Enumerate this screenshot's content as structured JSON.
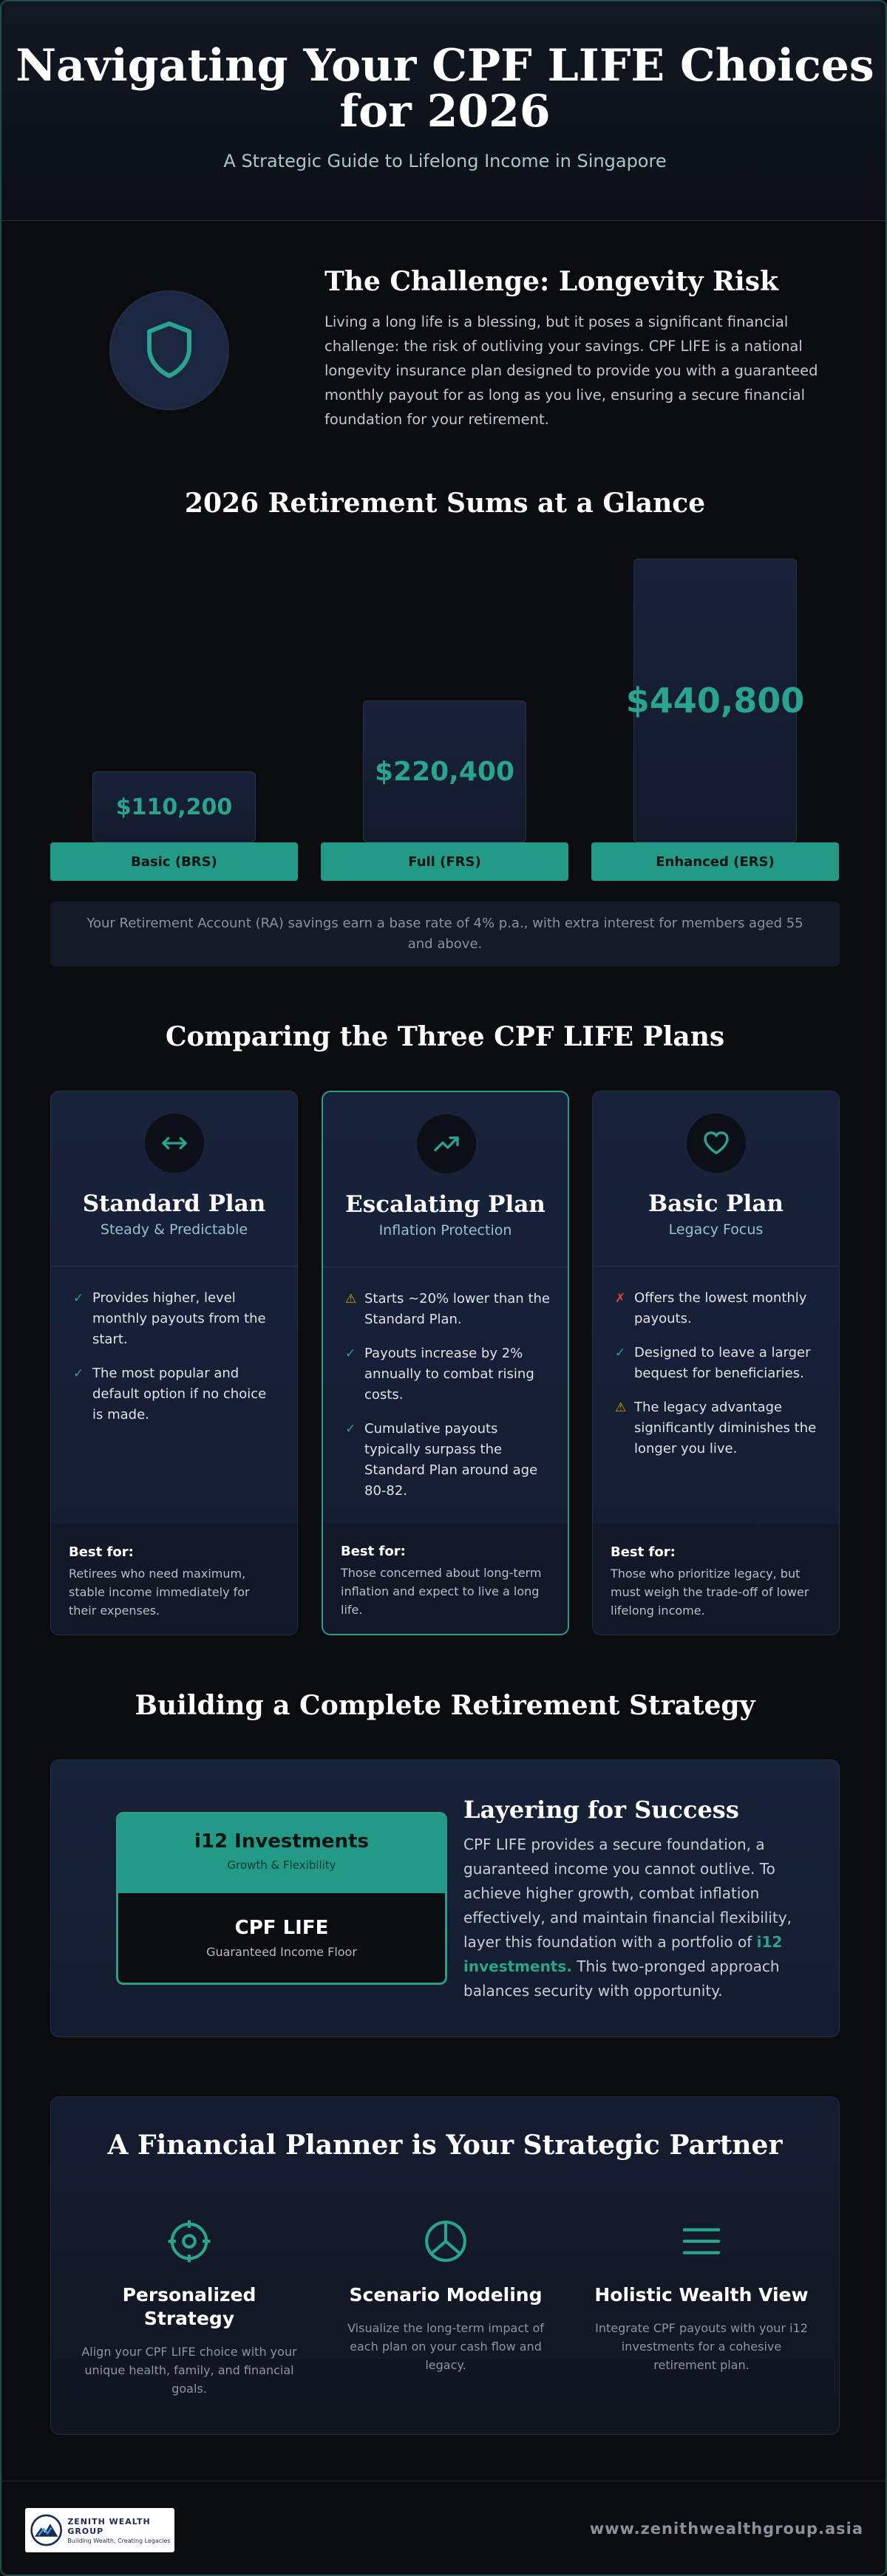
{
  "header": {
    "title_line1": "Navigating Your CPF LIFE Choices",
    "title_line2": "for 2026",
    "subtitle": "A Strategic Guide to Lifelong Income in Singapore"
  },
  "challenge": {
    "icon": "shield-icon",
    "title": "The Challenge: Longevity Risk",
    "text": "Living a long life is a blessing, but it poses a significant financial challenge: the risk of outliving your savings. CPF LIFE is a national longevity insurance plan designed to provide you with a guaranteed monthly payout for as long as you live, ensuring a secure financial foundation for your retirement."
  },
  "retirement_sums": {
    "title": "2026 Retirement Sums at a Glance",
    "bars": [
      {
        "label": "Basic (BRS)",
        "value": 110200,
        "display": "$110,200"
      },
      {
        "label": "Full (FRS)",
        "value": 220400,
        "display": "$220,400"
      },
      {
        "label": "Enhanced (ERS)",
        "value": 440800,
        "display": "$440,800"
      }
    ],
    "note": "Your Retirement Account (RA) savings earn a base rate of 4% p.a., with extra interest for members aged 55 and above."
  },
  "plans": {
    "title": "Comparing the Three CPF LIFE Plans",
    "cards": [
      {
        "icon": "arrows-horizontal-icon",
        "title": "Standard Plan",
        "subtitle": "Steady & Predictable",
        "items": [
          {
            "mark": "check",
            "text": "Provides higher, level monthly payouts from the start."
          },
          {
            "mark": "check",
            "text": "The most popular and default option if no choice is made."
          }
        ],
        "best_label": "Best for:",
        "best_text": "Retirees who need maximum, stable income immediately for their expenses."
      },
      {
        "icon": "trending-up-icon",
        "title": "Escalating Plan",
        "subtitle": "Inflation Protection",
        "items": [
          {
            "mark": "warn",
            "text": "Starts ~20% lower than the Standard Plan."
          },
          {
            "mark": "check",
            "text": "Payouts increase by 2% annually to combat rising costs."
          },
          {
            "mark": "check",
            "text": "Cumulative payouts typically surpass the Standard Plan around age 80-82."
          }
        ],
        "best_label": "Best for:",
        "best_text": "Those concerned about long-term inflation and expect to live a long life."
      },
      {
        "icon": "heart-icon",
        "title": "Basic Plan",
        "subtitle": "Legacy Focus",
        "items": [
          {
            "mark": "cross",
            "text": "Offers the lowest monthly payouts."
          },
          {
            "mark": "check",
            "text": "Designed to leave a larger bequest for beneficiaries."
          },
          {
            "mark": "warn",
            "text": "The legacy advantage significantly diminishes the longer you live."
          }
        ],
        "best_label": "Best for:",
        "best_text": "Those who prioritize legacy, but must weigh the trade-off of lower lifelong income."
      }
    ]
  },
  "strategy": {
    "title": "Building a Complete Retirement Strategy",
    "stack_top_title": "i12 Investments",
    "stack_top_sub": "Growth & Flexibility",
    "stack_bottom_title": "CPF LIFE",
    "stack_bottom_sub": "Guaranteed Income Floor",
    "layer_title": "Layering for Success",
    "layer_text_before": "CPF LIFE provides a secure foundation, a guaranteed income you cannot outlive. To achieve higher growth, combat inflation effectively, and maintain financial flexibility, layer this foundation with a portfolio of ",
    "layer_text_highlight": "i12 investments.",
    "layer_text_after": " This two-pronged approach balances security with opportunity."
  },
  "partner": {
    "title": "A Financial Planner is Your Strategic Partner",
    "features": [
      {
        "icon": "target-icon",
        "title": "Personalized Strategy",
        "text": "Align your CPF LIFE choice with your unique health, family, and financial goals."
      },
      {
        "icon": "pie-chart-icon",
        "title": "Scenario Modeling",
        "text": "Visualize the long-term impact of each plan on your cash flow and legacy."
      },
      {
        "icon": "menu-lines-icon",
        "title": "Holistic Wealth View",
        "text": "Integrate CPF payouts with your i12 investments for a cohesive retirement plan."
      }
    ]
  },
  "footer": {
    "logo_name": "ZENITH WEALTH GROUP",
    "logo_tagline": "Building Wealth, Creating Legacies",
    "website": "www.zenithwealthgroup.asia"
  },
  "colors": {
    "accent": "#229a86",
    "background": "#0a0c10",
    "card": "#18223a"
  }
}
